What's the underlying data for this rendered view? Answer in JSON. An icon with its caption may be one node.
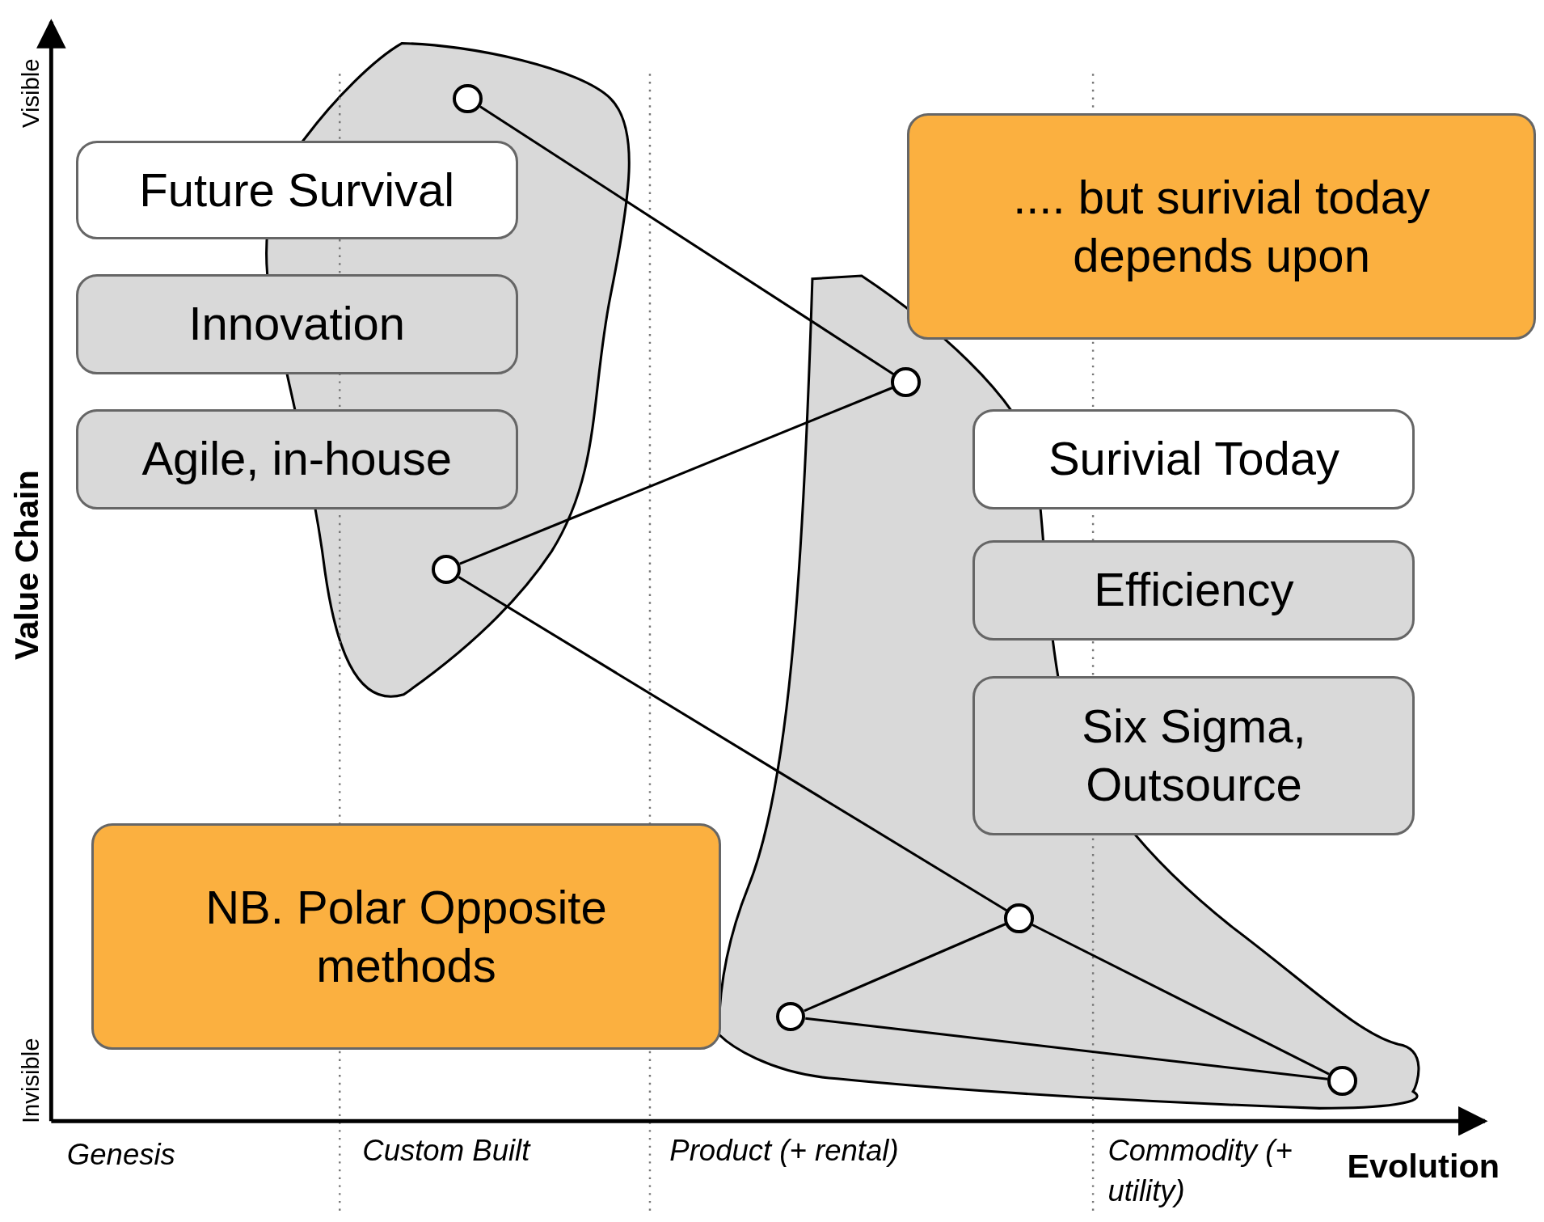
{
  "diagram": {
    "nodes": [
      {
        "text": [
          "Future Survival"
        ]
      },
      {
        "text": [],
        "shape": "circle"
      },
      {
        "text": [
          ".... but surivial today depends upon"
        ]
      },
      {
        "text": [
          "Innovation"
        ]
      },
      {
        "text": [],
        "shape": "circle"
      },
      {
        "text": [
          "Surivial Today"
        ]
      },
      {
        "text": [
          "Agile, in-house"
        ]
      },
      {
        "text": [],
        "shape": "circle"
      },
      {
        "text": [
          "Efficiency"
        ]
      },
      {
        "text": [
          "Six Sigma, Outsource"
        ]
      },
      {
        "text": [
          "NB. Polar Opposite methods"
        ]
      },
      {
        "text": [],
        "shape": "circle"
      },
      {
        "text": [],
        "shape": "circle"
      },
      {
        "text": [],
        "shape": "circle"
      }
    ],
    "edges": [
      {
        "from": 1,
        "to": 4,
        "arrow": "none"
      },
      {
        "from": 4,
        "to": 7,
        "arrow": "none"
      },
      {
        "from": 7,
        "to": 11,
        "arrow": "none"
      },
      {
        "from": 11,
        "to": 12,
        "arrow": "none"
      },
      {
        "from": 12,
        "to": 13,
        "arrow": "none"
      },
      {
        "from": 11,
        "to": 13,
        "arrow": "none"
      }
    ],
    "labels": [
      "Visible",
      "Value Chain",
      "Invisible",
      "Genesis",
      "Custom Built",
      "Product (+ rental)",
      "Commodity (+ utility)",
      "Evolution"
    ]
  }
}
